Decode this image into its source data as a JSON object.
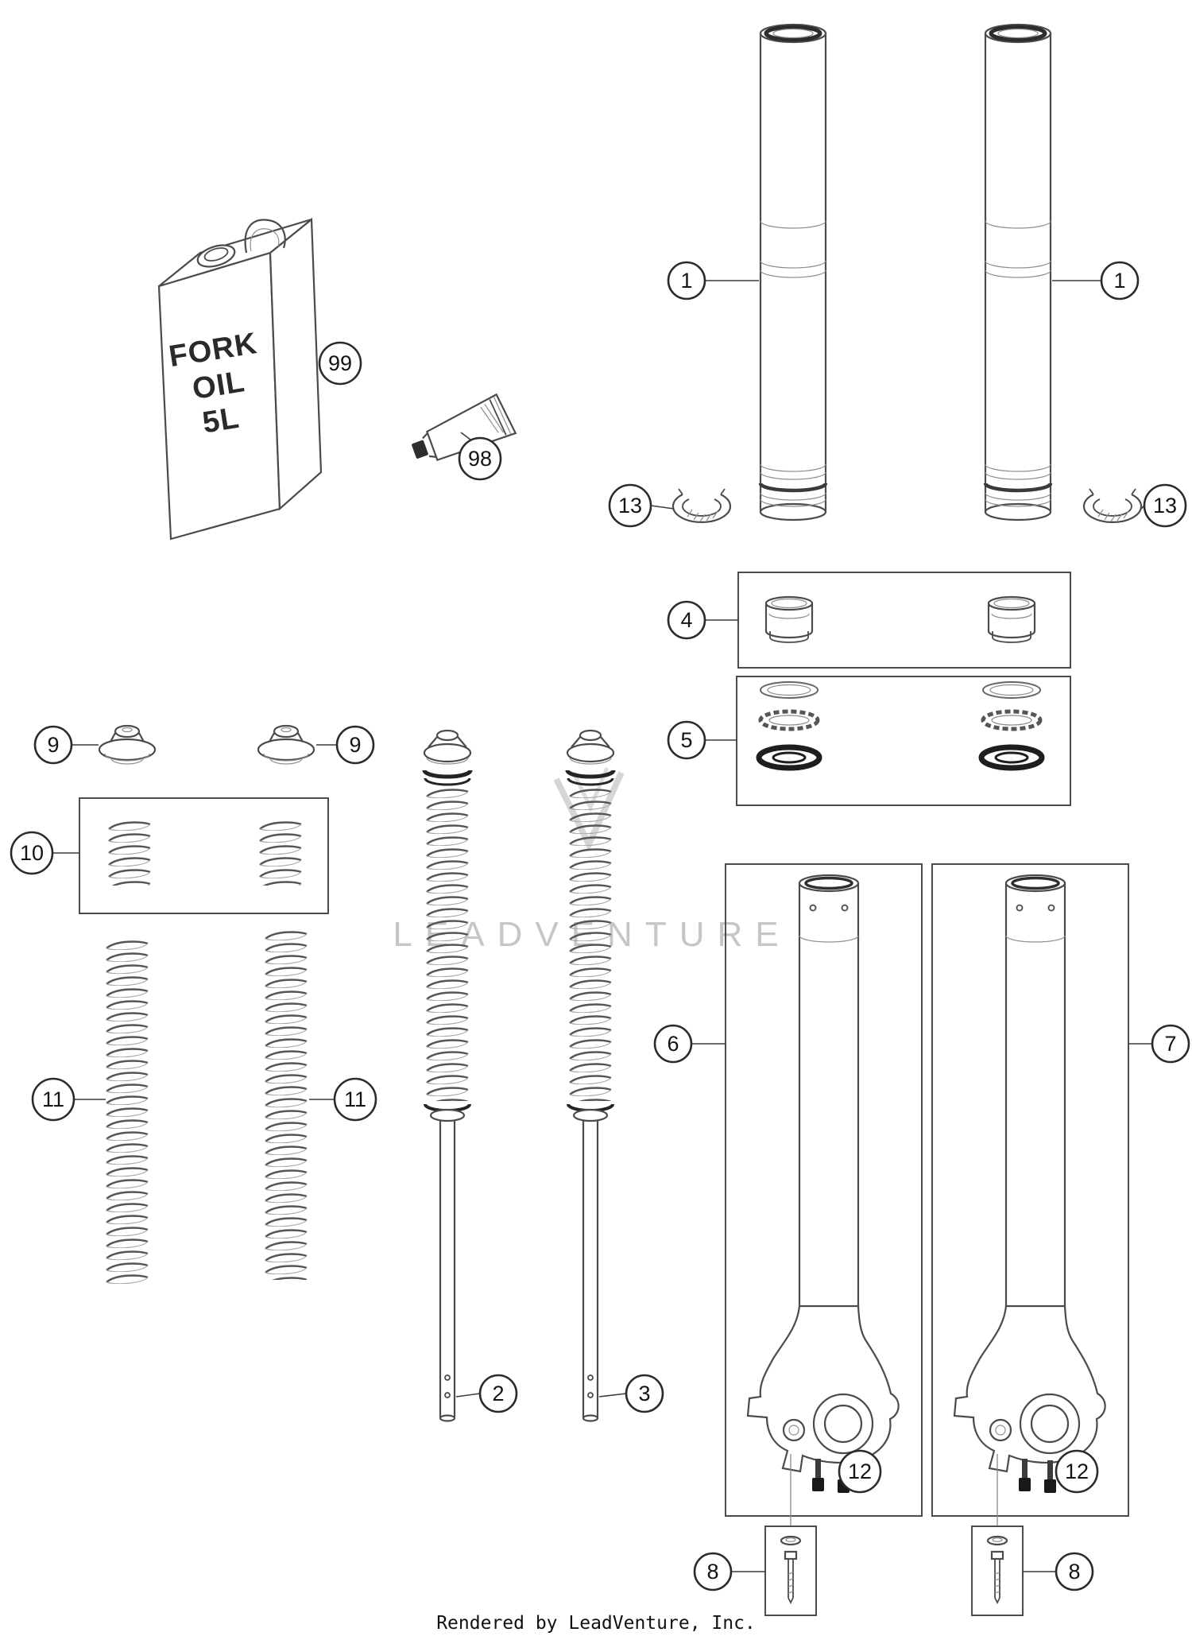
{
  "diagram": {
    "watermark_text": "LEADVENTURE",
    "footer_credit": "Rendered by LeadVenture, Inc.",
    "oil_can_label": {
      "line1": "FORK",
      "line2": "OIL",
      "line3": "5L"
    }
  },
  "callouts": [
    {
      "part": "fork-tube-left",
      "label": "1"
    },
    {
      "part": "fork-tube-right",
      "label": "1"
    },
    {
      "part": "clamp-ring-left",
      "label": "13"
    },
    {
      "part": "clamp-ring-right",
      "label": "13"
    },
    {
      "part": "fork-oil",
      "label": "99"
    },
    {
      "part": "grease-tube",
      "label": "98"
    },
    {
      "part": "bushing-set",
      "label": "4"
    },
    {
      "part": "seal-set",
      "label": "5"
    },
    {
      "part": "screw-cap-left",
      "label": "9"
    },
    {
      "part": "screw-cap-right",
      "label": "9"
    },
    {
      "part": "spring-set",
      "label": "10"
    },
    {
      "part": "main-spring-left",
      "label": "11"
    },
    {
      "part": "main-spring-right",
      "label": "11"
    },
    {
      "part": "cartridge-left",
      "label": "2"
    },
    {
      "part": "cartridge-right",
      "label": "3"
    },
    {
      "part": "outer-tube-left",
      "label": "6"
    },
    {
      "part": "outer-tube-right",
      "label": "7"
    },
    {
      "part": "pinch-bolts-left",
      "label": "12"
    },
    {
      "part": "pinch-bolts-right",
      "label": "12"
    },
    {
      "part": "axle-screw-left",
      "label": "8"
    },
    {
      "part": "axle-screw-right",
      "label": "8"
    }
  ]
}
